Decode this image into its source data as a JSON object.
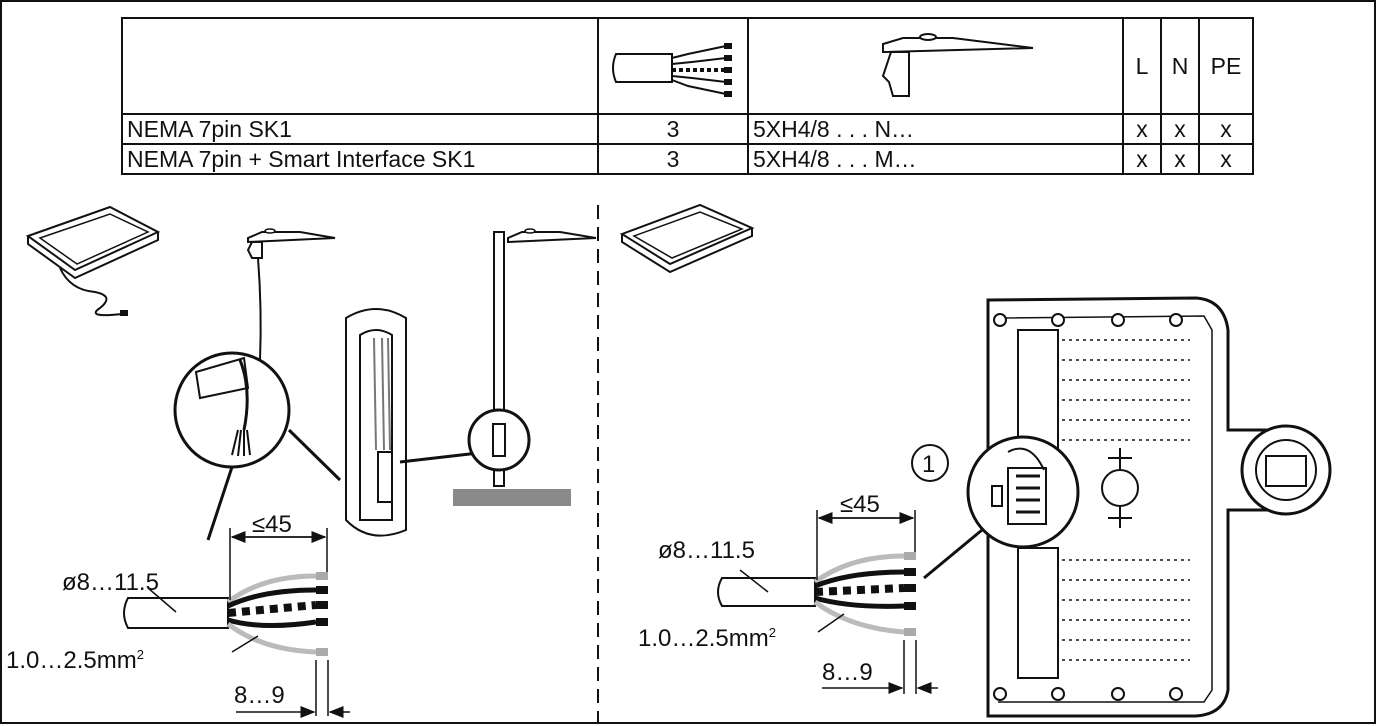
{
  "table": {
    "header": {
      "L": "L",
      "N": "N",
      "PE": "PE"
    },
    "rows": [
      {
        "name": "NEMA 7pin SK1",
        "qty": "3",
        "code": "5XH4/8 . . . N…",
        "L": "x",
        "N": "x",
        "PE": "x"
      },
      {
        "name": "NEMA 7pin + Smart Interface SK1",
        "qty": "3",
        "code": "5XH4/8 . . . M…",
        "L": "x",
        "N": "x",
        "PE": "x"
      }
    ]
  },
  "left_panel": {
    "strip_length": "≤45",
    "cable_diameter": "ø8…11.5",
    "cross_section": "1.0…2.5mm",
    "cross_section_sup": "2",
    "wire_strip": "8…9"
  },
  "right_panel": {
    "callout": "1",
    "strip_length": "≤45",
    "cable_diameter": "ø8…11.5",
    "cross_section": "1.0…2.5mm",
    "cross_section_sup": "2",
    "wire_strip": "8…9"
  }
}
